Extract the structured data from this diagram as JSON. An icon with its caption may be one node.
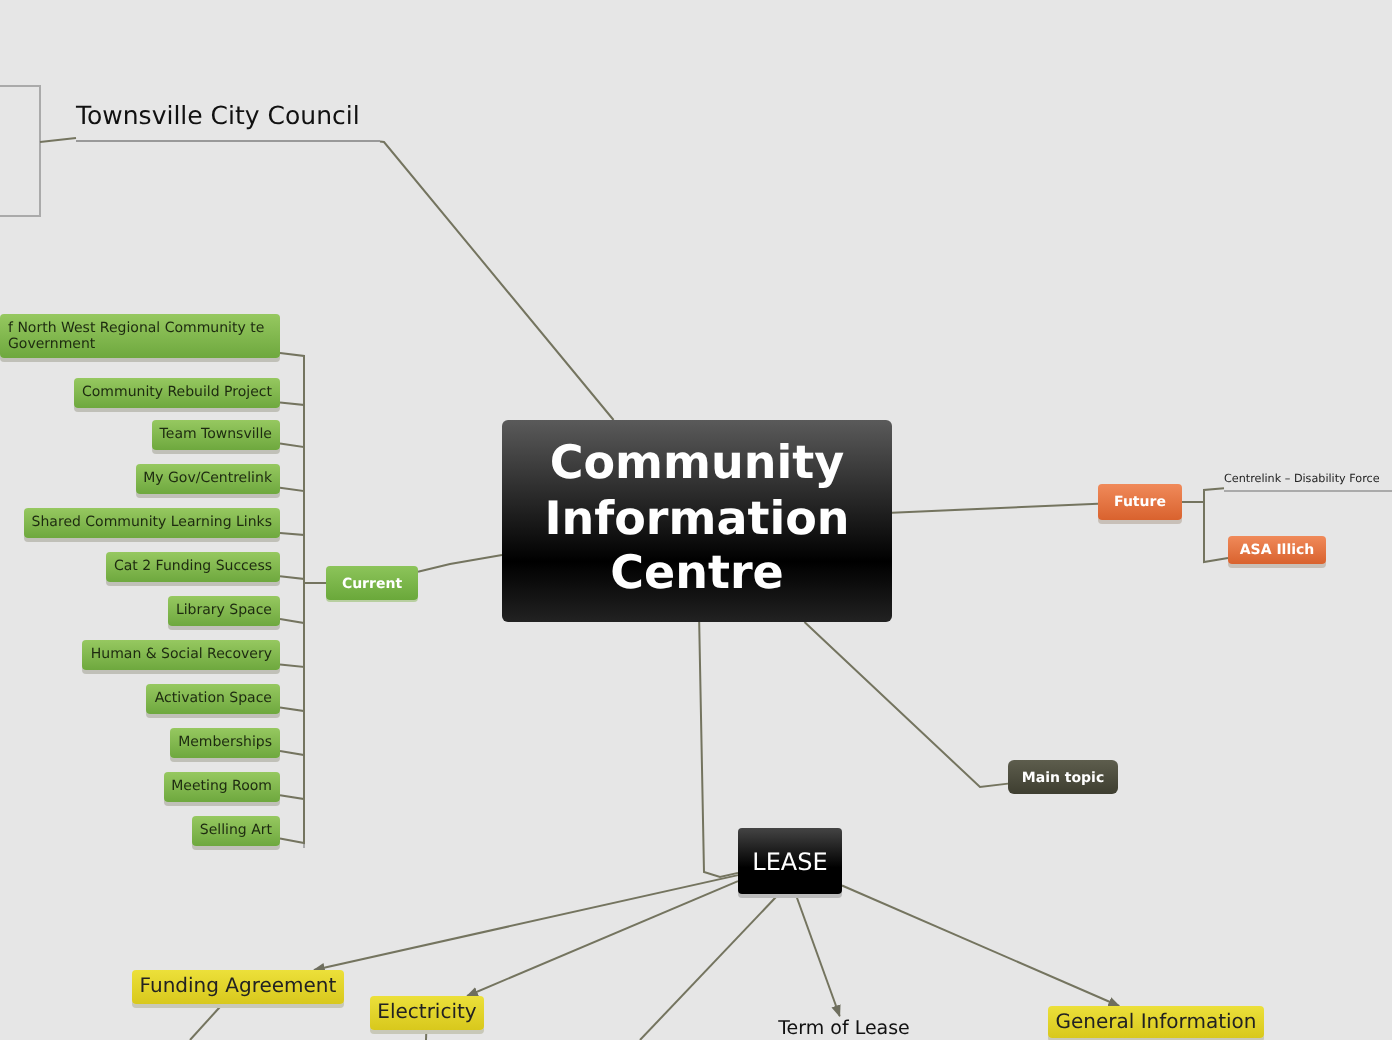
{
  "diagram": {
    "nodes": [
      {
        "text": [
          "Community Information Centre"
        ]
      },
      {
        "text": [
          "Townsville City Council"
        ]
      },
      {
        "text": [
          "Current"
        ]
      },
      {
        "text": [
          "f North West Regional Community te Government"
        ]
      },
      {
        "text": [
          "Community Rebuild Project"
        ]
      },
      {
        "text": [
          "Team Townsville"
        ]
      },
      {
        "text": [
          "My Gov/Centrelink"
        ]
      },
      {
        "text": [
          "Shared Community Learning Links"
        ]
      },
      {
        "text": [
          "Cat 2 Funding Success"
        ]
      },
      {
        "text": [
          "Library Space"
        ]
      },
      {
        "text": [
          "Human & Social Recovery"
        ]
      },
      {
        "text": [
          "Activation Space"
        ]
      },
      {
        "text": [
          "Memberships"
        ]
      },
      {
        "text": [
          "Meeting Room"
        ]
      },
      {
        "text": [
          "Selling Art"
        ]
      },
      {
        "text": [
          "Future"
        ]
      },
      {
        "text": [
          "Centrelink – Disability Force"
        ]
      },
      {
        "text": [
          "ASA Illich"
        ]
      },
      {
        "text": [
          "Main topic"
        ]
      },
      {
        "text": [
          "LEASE"
        ]
      },
      {
        "text": [
          "Funding Agreement"
        ]
      },
      {
        "text": [
          "Electricity"
        ]
      },
      {
        "text": [
          "Term of Lease"
        ]
      },
      {
        "text": [
          "General Information"
        ]
      }
    ],
    "edges": [
      {
        "from": 0,
        "to": 1,
        "arrow": "none"
      },
      {
        "from": 0,
        "to": 2,
        "arrow": "none"
      },
      {
        "from": 2,
        "to": 3,
        "arrow": "none"
      },
      {
        "from": 2,
        "to": 4,
        "arrow": "none"
      },
      {
        "from": 2,
        "to": 5,
        "arrow": "none"
      },
      {
        "from": 2,
        "to": 6,
        "arrow": "none"
      },
      {
        "from": 2,
        "to": 7,
        "arrow": "none"
      },
      {
        "from": 2,
        "to": 8,
        "arrow": "none"
      },
      {
        "from": 2,
        "to": 9,
        "arrow": "none"
      },
      {
        "from": 2,
        "to": 10,
        "arrow": "none"
      },
      {
        "from": 2,
        "to": 11,
        "arrow": "none"
      },
      {
        "from": 2,
        "to": 12,
        "arrow": "none"
      },
      {
        "from": 2,
        "to": 13,
        "arrow": "none"
      },
      {
        "from": 2,
        "to": 14,
        "arrow": "none"
      },
      {
        "from": 0,
        "to": 15,
        "arrow": "none"
      },
      {
        "from": 15,
        "to": 16,
        "arrow": "none"
      },
      {
        "from": 15,
        "to": 17,
        "arrow": "none"
      },
      {
        "from": 0,
        "to": 18,
        "arrow": "none"
      },
      {
        "from": 0,
        "to": 19,
        "arrow": "none"
      },
      {
        "from": 19,
        "to": 20,
        "arrow": "to"
      },
      {
        "from": 19,
        "to": 21,
        "arrow": "to"
      },
      {
        "from": 19,
        "to": null,
        "arrow": "none"
      },
      {
        "from": 19,
        "to": 22,
        "arrow": "to"
      },
      {
        "from": 19,
        "to": 23,
        "arrow": "to"
      },
      {
        "from": 20,
        "to": null,
        "arrow": "none"
      },
      {
        "from": 21,
        "to": null,
        "arrow": "none"
      },
      {
        "from": 1,
        "to": null,
        "arrow": "none"
      }
    ]
  }
}
